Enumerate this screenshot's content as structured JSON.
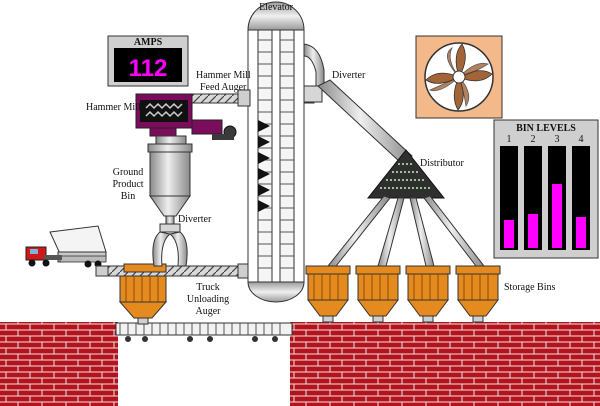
{
  "labels": {
    "elevator": "Elevator",
    "diverter_top": "Diverter",
    "hammer_mill_feed_auger_1": "Hammer Mill",
    "hammer_mill_feed_auger_2": "Feed Auger",
    "hammer_mill": "Hammer Mill",
    "ground_product_bin_1": "Ground",
    "ground_product_bin_2": "Product",
    "ground_product_bin_3": "Bin",
    "diverter_lower": "Diverter",
    "distributor": "Distributor",
    "truck_unloading_auger_1": "Truck",
    "truck_unloading_auger_2": "Unloading",
    "truck_unloading_auger_3": "Auger",
    "storage_bins": "Storage Bins"
  },
  "amps": {
    "title": "AMPS",
    "value": "112"
  },
  "bin_levels": {
    "title": "BIN LEVELS",
    "bins": [
      {
        "label": "1",
        "level": 0.27
      },
      {
        "label": "2",
        "level": 0.33
      },
      {
        "label": "3",
        "level": 0.62
      },
      {
        "label": "4",
        "level": 0.3
      }
    ]
  },
  "colors": {
    "bin_fill": "#ff00ff",
    "amps_value": "#ff00ff",
    "storage_bin": "#e58a1e",
    "brick": "#b5121b",
    "display_bg": "#000000",
    "fan_panel": "#f4b98a"
  },
  "icons": [
    "fan-icon",
    "truck-icon",
    "railcar-icon"
  ]
}
